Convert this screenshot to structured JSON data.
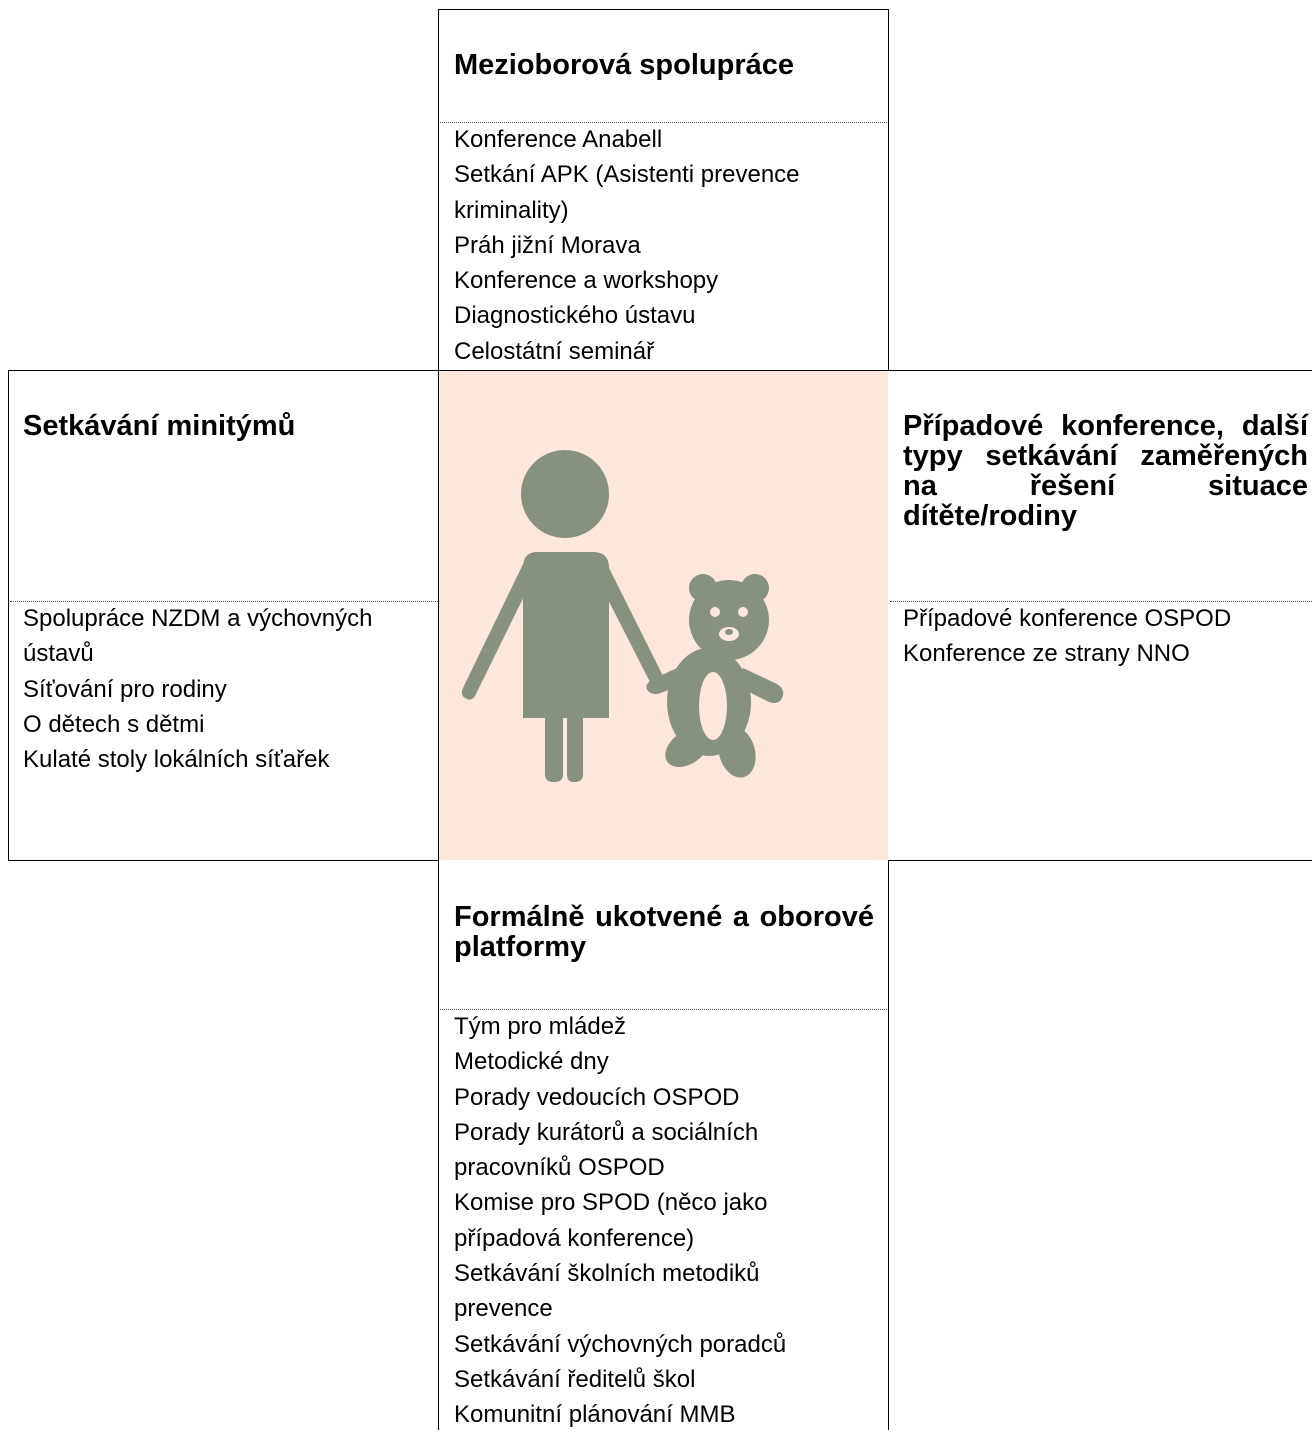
{
  "colors": {
    "center_background": "#fbe7db",
    "figure_fill": "#879180",
    "border": "#000000"
  },
  "top": {
    "heading": "Mezioborová spolupráce",
    "items": [
      "Konference Anabell",
      "Setkání APK (Asistenti prevence",
      "kriminality)",
      "Práh jižní Morava",
      "Konference a workshopy",
      "Diagnostického ústavu",
      "Celostátní seminář"
    ]
  },
  "left": {
    "heading": "Setkávání minitýmů",
    "items": [
      "Spolupráce NZDM a výchovných",
      "ústavů",
      "Síťování pro rodiny",
      "O dětech s dětmi",
      "Kulaté stoly lokálních síťařek"
    ]
  },
  "right": {
    "heading": "Případové konference, další typy setkávání zaměřených na řešení situace dítěte/rodiny",
    "items": [
      "Případové konference OSPOD",
      "Konference ze strany NNO"
    ]
  },
  "bottom": {
    "heading": "Formálně ukotvené a oborové platformy",
    "items": [
      "Tým pro mládež",
      "Metodické dny",
      "Porady vedoucích OSPOD",
      "Porady kurátorů a sociálních",
      "pracovníků OSPOD",
      "Komise pro SPOD (něco jako",
      "případová konference)",
      "Setkávání školních metodiků",
      "prevence",
      "Setkávání výchovných poradců",
      "Setkávání ředitelů škol",
      "Komunitní plánování MMB"
    ]
  },
  "center": {
    "icon": "adult-with-child-teddy-bear-icon"
  }
}
